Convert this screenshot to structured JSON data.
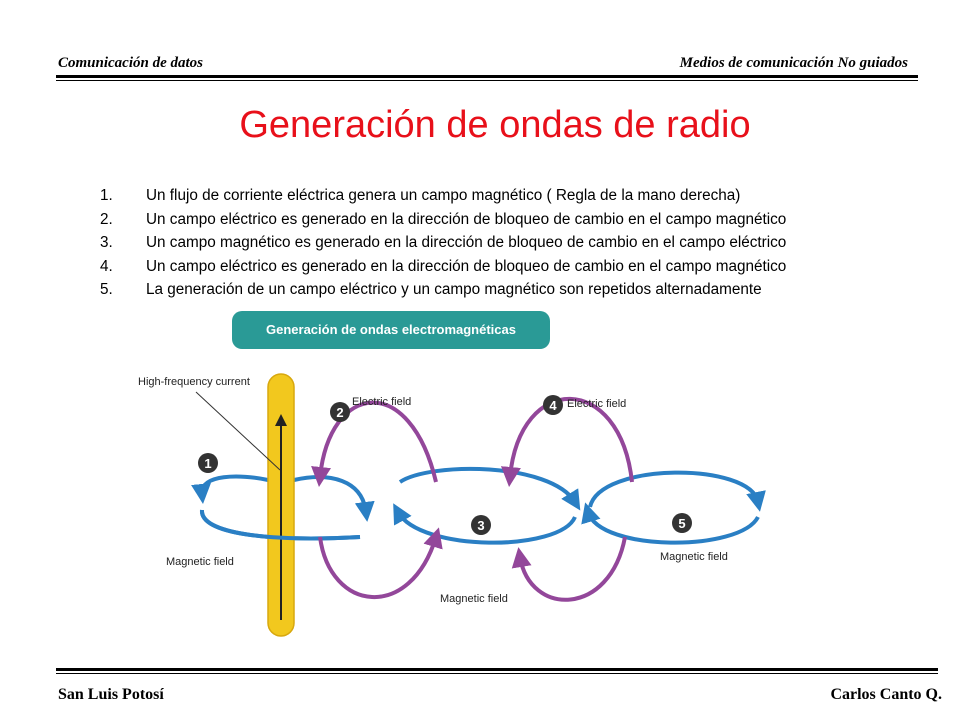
{
  "header": {
    "left": "Comunicación de datos",
    "right": "Medios de comunicación  No guiados"
  },
  "title": "Generación de ondas de radio",
  "steps": [
    {
      "num": "1.",
      "text": "Un flujo de corriente eléctrica genera un campo magnético ( Regla de la mano derecha)"
    },
    {
      "num": "2.",
      "text": "Un campo eléctrico es generado en la dirección de bloqueo de  cambio en el campo magnético"
    },
    {
      "num": "3.",
      "text": "Un campo magnético es generado en la dirección de bloqueo de  cambio en el campo eléctrico"
    },
    {
      "num": "4.",
      "text": "Un campo eléctrico es generado en la dirección de bloqueo de  cambio en el campo magnético"
    },
    {
      "num": "5.",
      "text": "La generación de un campo eléctrico y un campo magnético son repetidos alternadamente"
    }
  ],
  "badge": "Generación de ondas electromagnéticas",
  "diagram": {
    "current_label": "High-frequency current",
    "electric_label_a": "Electric field",
    "electric_label_b": "Electric field",
    "magnetic_label_a": "Magnetic field",
    "magnetic_label_b": "Magnetic field",
    "magnetic_label_c": "Magnetic field",
    "markers": [
      "1",
      "2",
      "3",
      "4",
      "5"
    ],
    "colors": {
      "magnetic": "#2a7fc4",
      "electric": "#93479a",
      "antenna": "#f2c81e",
      "marker": "#333333"
    }
  },
  "footer": {
    "left": "San Luis Potosí",
    "right": "Carlos Canto Q."
  }
}
